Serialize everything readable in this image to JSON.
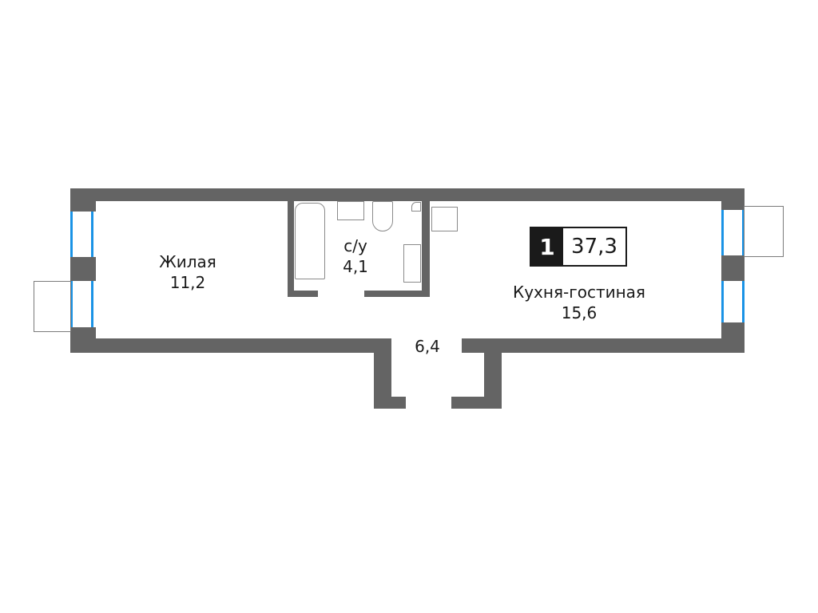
{
  "plan": {
    "rooms_count": "1",
    "total_area": "37,3",
    "colors": {
      "wall": "#646464",
      "window": "#1a93e6",
      "text": "#1a1a1a"
    }
  },
  "rooms": [
    {
      "name": "Жилая",
      "area": "11,2"
    },
    {
      "name": "с/у",
      "area": "4,1"
    },
    {
      "name": "Кухня-гостиная",
      "area": "15,6"
    },
    {
      "name": "",
      "area": "6,4"
    }
  ]
}
